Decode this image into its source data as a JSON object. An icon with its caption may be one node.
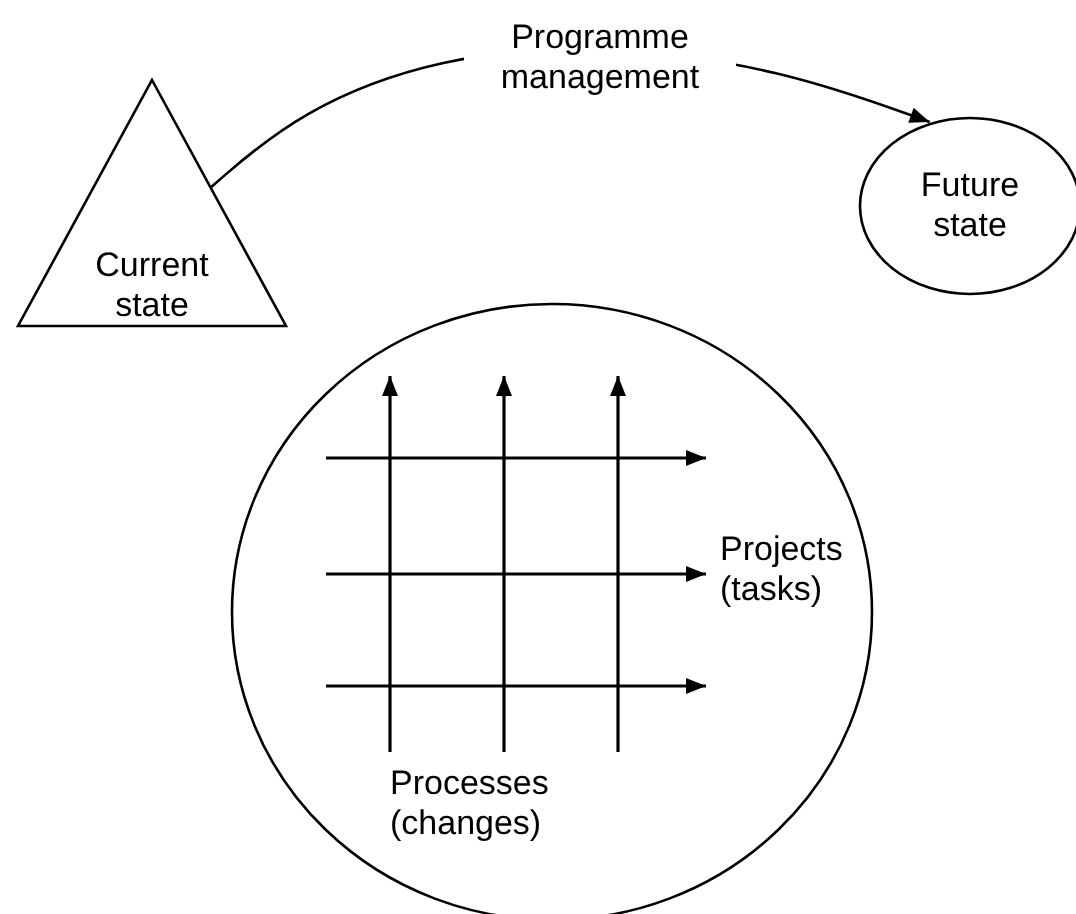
{
  "diagram": {
    "nodes": [
      {
        "text": [
          "Current state"
        ]
      },
      {
        "text": [
          "Future state"
        ]
      },
      {
        "text": [
          "Projects (tasks)",
          "Processes (changes)"
        ]
      }
    ],
    "edges": [
      {
        "from": 0,
        "to": 1,
        "arrow": "to",
        "label": "Programme management"
      }
    ]
  }
}
